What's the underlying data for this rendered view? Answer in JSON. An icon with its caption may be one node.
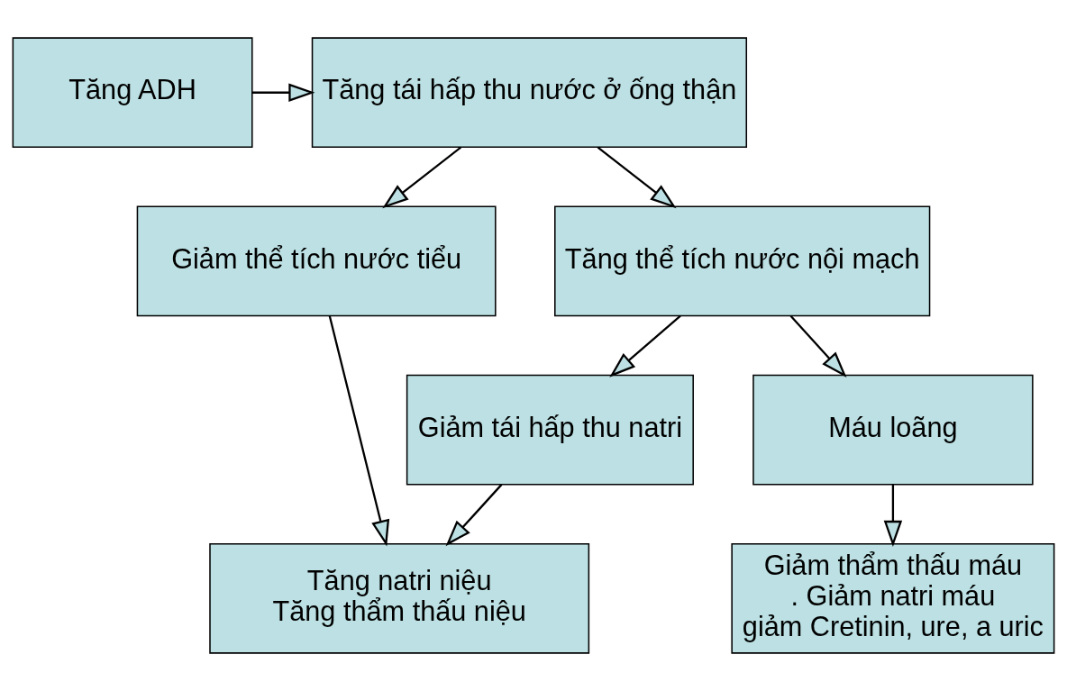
{
  "diagram": {
    "nodes": [
      {
        "text": [
          "Tăng ADH"
        ]
      },
      {
        "text": [
          "Tăng tái hấp thu nước ở ống thận"
        ]
      },
      {
        "text": [
          "Giảm thể tích nước tiểu"
        ]
      },
      {
        "text": [
          "Tăng thể tích nước nội mạch"
        ]
      },
      {
        "text": [
          "Giảm tái hấp thu natri"
        ]
      },
      {
        "text": [
          "Máu loãng"
        ]
      },
      {
        "text": [
          "Tăng natri niệu",
          "Tăng thẩm thấu niệu"
        ]
      },
      {
        "text": [
          "Giảm thẩm thấu máu",
          ". Giảm natri máu",
          "giảm Cretinin, ure, a uric"
        ]
      }
    ],
    "edges": [
      {
        "from": 0,
        "to": 1,
        "arrow": "to"
      },
      {
        "from": 1,
        "to": 2,
        "arrow": "to"
      },
      {
        "from": 1,
        "to": 3,
        "arrow": "to"
      },
      {
        "from": 2,
        "to": 6,
        "arrow": "to"
      },
      {
        "from": 3,
        "to": 4,
        "arrow": "to"
      },
      {
        "from": 3,
        "to": 5,
        "arrow": "to"
      },
      {
        "from": 4,
        "to": 6,
        "arrow": "to"
      },
      {
        "from": 5,
        "to": 7,
        "arrow": "to"
      }
    ]
  }
}
